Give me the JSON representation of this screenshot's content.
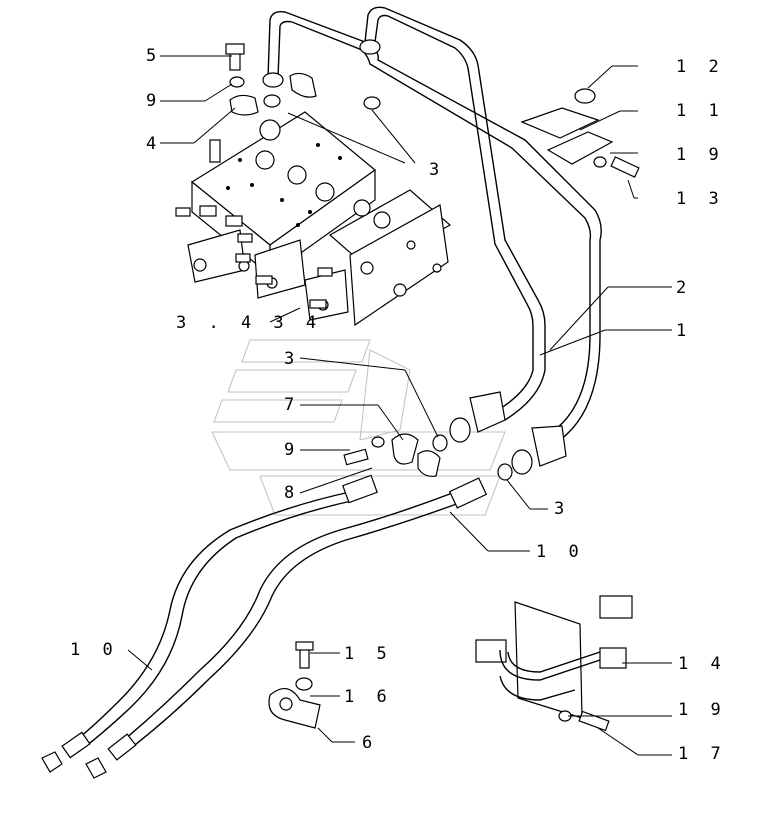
{
  "labels": {
    "l5": "5",
    "l9a": "9",
    "l4": "4",
    "l3a": "3",
    "l12": "1 2",
    "l11": "1 1",
    "l19a": "1 9",
    "l13": "1 3",
    "l2": "2",
    "l1": "1",
    "l3434": "3 . 4 3 4",
    "l3b": "3",
    "l7": "7",
    "l9b": "9",
    "l8": "8",
    "l3c": "3",
    "l10a": "1 0",
    "l10b": "1 0",
    "l15": "1 5",
    "l16": "1 6",
    "l6": "6",
    "l14": "1 4",
    "l19b": "1 9",
    "l17": "1 7"
  }
}
